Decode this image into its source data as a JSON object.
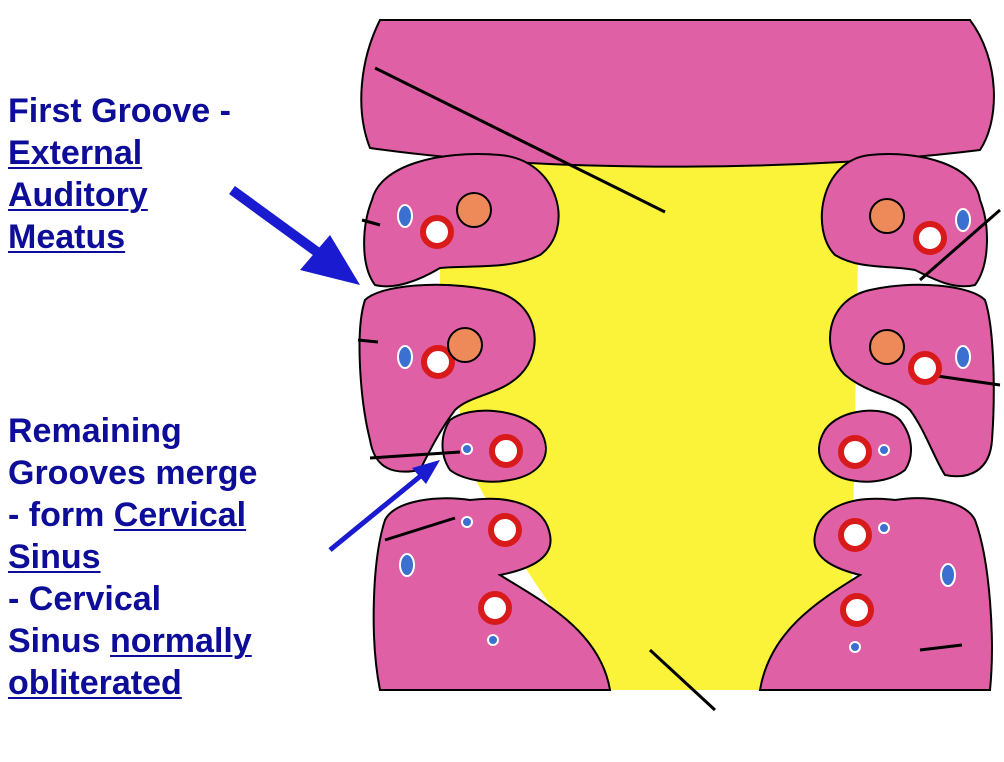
{
  "labels": {
    "first_groove": {
      "title": "First Groove -",
      "line1": "External",
      "line2": "Auditory",
      "line3": "Meatus"
    },
    "remaining_grooves": {
      "line1": "Remaining",
      "line2": "Grooves merge",
      "line3_prefix": "- form ",
      "line3_link": "Cervical",
      "line4": "Sinus",
      "line5": "- Cervical",
      "line6_prefix": "Sinus ",
      "line6_link": "normally",
      "line7": "obliterated"
    }
  },
  "colors": {
    "arch_pink": "#e060a6",
    "pharynx_yellow": "#fbf23a",
    "label_blue": "#0d0d99",
    "arrow_blue": "#1a1ad0",
    "vessel_red": "#d81a1a",
    "nerve_blue": "#3b6fd0",
    "cartilage_orange": "#ee8a5a"
  },
  "icons": [
    "arrow-icon"
  ]
}
